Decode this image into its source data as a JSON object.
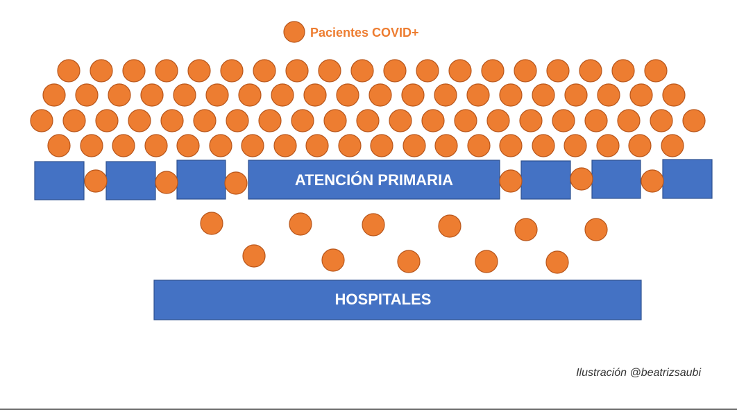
{
  "legend": {
    "label": "Pacientes COVID+",
    "color": "#ed7d31"
  },
  "primary_care": {
    "label": "ATENCIÓN PRIMARIA"
  },
  "hospitals": {
    "label": "HOSPITALES"
  },
  "credit": "Ilustración @beatrizsaubi",
  "colors": {
    "patient": "#ed7d31",
    "block": "#4472c4",
    "label": "#ffffff"
  }
}
